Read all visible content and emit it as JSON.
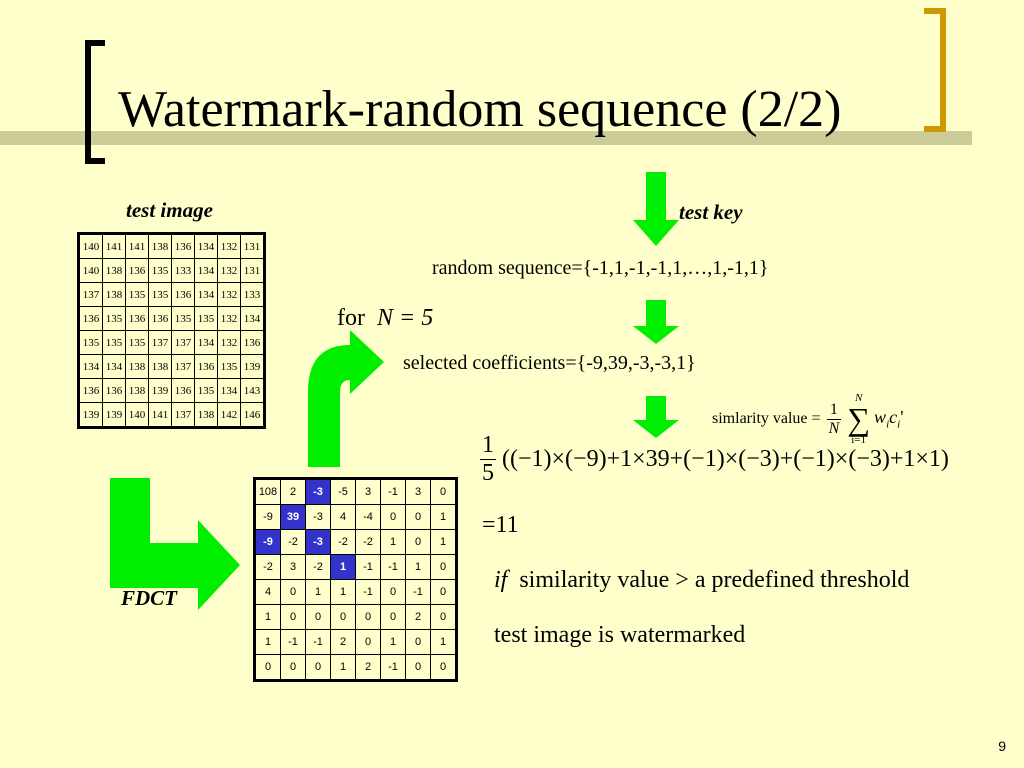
{
  "slide": {
    "title": "Watermark-random sequence (2/2)",
    "page_number": "9",
    "accent_color": "#00ee00",
    "bracket_color": "#cc9900"
  },
  "labels": {
    "test_image": "test image",
    "test_key": "test key",
    "fdct": "FDCT"
  },
  "test_image": {
    "rows": [
      [
        "140",
        "141",
        "141",
        "138",
        "136",
        "134",
        "132",
        "131"
      ],
      [
        "140",
        "138",
        "136",
        "135",
        "133",
        "134",
        "132",
        "131"
      ],
      [
        "137",
        "138",
        "135",
        "135",
        "136",
        "134",
        "132",
        "133"
      ],
      [
        "136",
        "135",
        "136",
        "136",
        "135",
        "135",
        "132",
        "134"
      ],
      [
        "135",
        "135",
        "135",
        "137",
        "137",
        "134",
        "132",
        "136"
      ],
      [
        "134",
        "134",
        "138",
        "138",
        "137",
        "136",
        "135",
        "139"
      ],
      [
        "136",
        "136",
        "138",
        "139",
        "136",
        "135",
        "134",
        "143"
      ],
      [
        "139",
        "139",
        "140",
        "141",
        "137",
        "138",
        "142",
        "146"
      ]
    ]
  },
  "dct": {
    "rows": [
      [
        "108",
        "2",
        "-3",
        "-5",
        "3",
        "-1",
        "3",
        "0"
      ],
      [
        "-9",
        "39",
        "-3",
        "4",
        "-4",
        "0",
        "0",
        "1"
      ],
      [
        "-9",
        "-2",
        "-3",
        "-2",
        "-2",
        "1",
        "0",
        "1"
      ],
      [
        "-2",
        "3",
        "-2",
        "1",
        "-1",
        "-1",
        "1",
        "0"
      ],
      [
        "4",
        "0",
        "1",
        "1",
        "-1",
        "0",
        "-1",
        "0"
      ],
      [
        "1",
        "0",
        "0",
        "0",
        "0",
        "0",
        "2",
        "0"
      ],
      [
        "1",
        "-1",
        "-1",
        "2",
        "0",
        "1",
        "0",
        "1"
      ],
      [
        "0",
        "0",
        "0",
        "1",
        "2",
        "-1",
        "0",
        "0"
      ]
    ],
    "highlighted": [
      [
        0,
        2
      ],
      [
        1,
        1
      ],
      [
        2,
        0
      ],
      [
        2,
        2
      ],
      [
        3,
        3
      ]
    ]
  },
  "text": {
    "random_sequence": "random sequence={-1,1,-1,-1,1,…,1,-1,1}",
    "for_n": "for",
    "n_eq": "N = 5",
    "selected_coefficients": "selected coefficients={-9,39,-3,-3,1}",
    "similarity_label": "simlarity  value =",
    "sum_top": "N",
    "sum_bottom": "i=1",
    "sum_sign": "∑",
    "sum_term": "w",
    "sum_term_i": "i",
    "sum_term_c": "c",
    "sum_term_ci": "i",
    "sum_prime": "'",
    "frac_num": "1",
    "frac_den": "N",
    "calc_num": "1",
    "calc_den": "5",
    "calc_expr": "((−1)×(−9)+1×39+(−1)×(−3)+(−1)×(−3)+1×1)",
    "result": "=11",
    "if_word": "if",
    "condition": "similarity value > a predefined threshold",
    "conclusion": "test image is watermarked"
  }
}
